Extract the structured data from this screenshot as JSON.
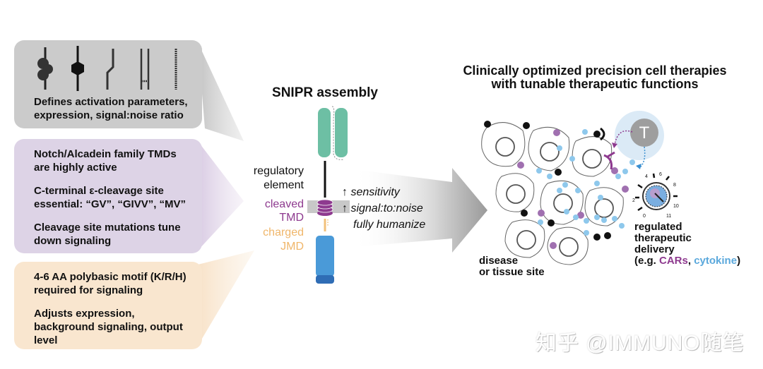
{
  "left_panel": {
    "box1": {
      "icons": [
        "coiled-linker-icon",
        "hexagon-domain-icon",
        "kinked-linker-icon",
        "disulfide-linked-pair-icon",
        "beaded-linker-icon"
      ],
      "text": "Defines activation parameters, expression, signal:noise ratio",
      "color": "#cbcbcb"
    },
    "box2": {
      "lines": [
        "Notch/Alcadein family TMDs are highly active",
        "C-terminal ε-cleavage site essential: “GV”, “GIVV”, “MV”",
        "Cleavage site mutations tune down signaling"
      ],
      "color": "#ddd3e6"
    },
    "box3": {
      "lines": [
        "4-6 AA polybasic motif (K/R/H) required for signaling",
        "Adjusts expression, background signaling, output level"
      ],
      "color": "#f9e6cf"
    }
  },
  "center": {
    "title": "SNIPR assembly",
    "labels": {
      "regulatory": "regulatory",
      "element": "element",
      "cleaved": "cleaved",
      "tmd": "TMD",
      "charged": "charged",
      "jmd": "JMD"
    },
    "benefits": [
      "↑ sensitivity",
      "↑ signal:to:noise",
      "fully humanize"
    ],
    "colors": {
      "ecd": "#6dbfa4",
      "tmd": "#8e3a8f",
      "jmd": "#f2c07a",
      "icd": "#4a9ad8",
      "icd_dark": "#2f6db5"
    }
  },
  "right": {
    "title_line1": "Clinically optimized precision cell therapies",
    "title_line2": "with tunable therapeutic functions",
    "t_cell_label": "T",
    "site_label_line1": "disease",
    "site_label_line2": "or tissue site",
    "dial_ticks": [
      "0",
      "2",
      "4",
      "6",
      "8",
      "10",
      "11"
    ],
    "delivery_line1": "regulated",
    "delivery_line2": "therapeutic",
    "delivery_line3": "delivery",
    "delivery_eg_prefix": "(e.g. ",
    "delivery_eg_cars": "CARs",
    "delivery_eg_sep": ", ",
    "delivery_eg_cytokine": "cytokine",
    "delivery_eg_suffix": ")",
    "colors": {
      "cars": "#8e3a8f",
      "cytokine": "#5aa8dc",
      "purple_dot": "#a070b0",
      "blue_dot": "#8ec8ec",
      "black_dot": "#111111"
    }
  },
  "watermark": "知乎 @IMMUNO随笔"
}
